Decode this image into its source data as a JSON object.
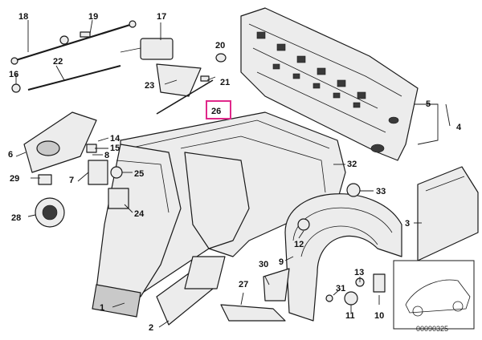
{
  "colors": {
    "highlight": "#e0288a",
    "line": "#1a1a1a",
    "fill": "#ececec"
  },
  "callouts": {
    "c1": "1",
    "c2": "2",
    "c3": "3",
    "c4": "4",
    "c5": "5",
    "c6": "6",
    "c7": "7",
    "c8": "8",
    "c9": "9",
    "c10": "10",
    "c11": "11",
    "c12": "12",
    "c13": "13",
    "c14": "14",
    "c15": "15",
    "c16": "16",
    "c17": "17",
    "c18": "18",
    "c19": "19",
    "c20": "20",
    "c21": "21",
    "c22": "22",
    "c23": "23",
    "c24": "24",
    "c25": "25",
    "c26": "26",
    "c27": "27",
    "c28": "28",
    "c29": "29",
    "c30": "30",
    "c31": "31",
    "c32": "32",
    "c33": "33"
  },
  "highlighted_part": "26",
  "reference_code": "00090325"
}
